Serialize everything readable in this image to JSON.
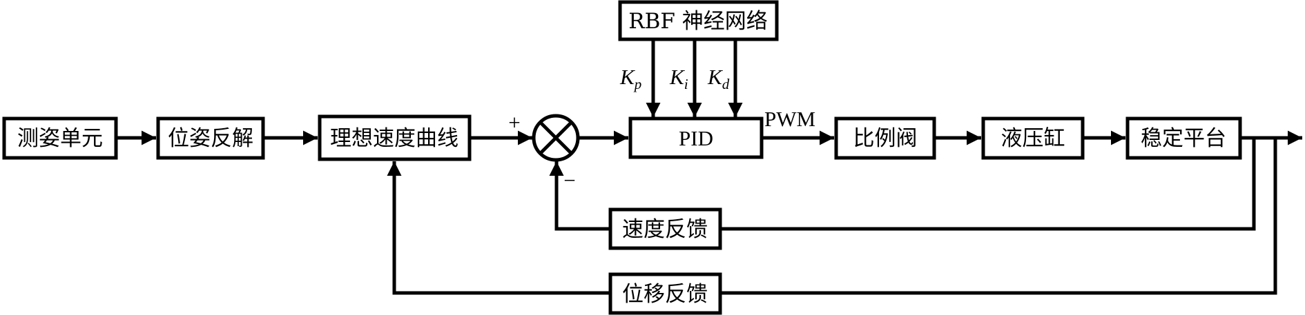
{
  "diagram": {
    "blocks": {
      "sensor_unit": "测姿单元",
      "pose_inverse": "位姿反解",
      "ideal_speed_curve": "理想速度曲线",
      "rbf_network": "RBF 神经网络",
      "pid": "PID",
      "proportional_valve": "比例阀",
      "hydraulic_cylinder": "液压缸",
      "stable_platform": "稳定平台",
      "speed_feedback": "速度反馈",
      "displacement_feedback": "位移反馈"
    },
    "summing_junction": {
      "plus_sign": "+",
      "minus_sign": "−"
    },
    "signals": {
      "pwm": "PWM",
      "kp": {
        "base": "K",
        "sub": "p"
      },
      "ki": {
        "base": "K",
        "sub": "i"
      },
      "kd": {
        "base": "K",
        "sub": "d"
      }
    }
  }
}
